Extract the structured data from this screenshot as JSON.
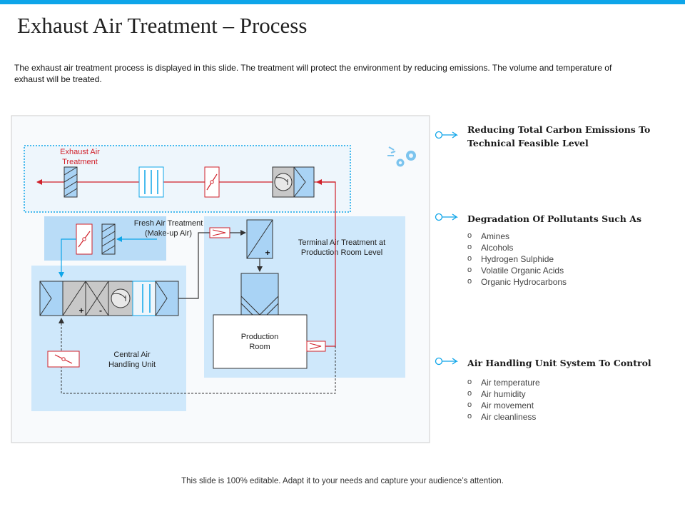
{
  "slide": {
    "title": "Exhaust Air Treatment – Process",
    "description": "The exhaust air treatment process is displayed in this slide. The treatment will protect the environment  by reducing emissions. The volume  and temperature  of exhaust will be treated.",
    "footer": "This slide is 100% editable. Adapt it to your needs and capture your audience’s attention."
  },
  "diagram": {
    "labels": {
      "exhaust_line1": "Exhaust Air",
      "exhaust_line2": "Treatment",
      "fresh_line1": "Fresh Air Treatment",
      "fresh_line2": "(Make-up Air)",
      "terminal_line1": "Terminal Air Treatment at",
      "terminal_line2": "Production Room Level",
      "production_line1": "Production",
      "production_line2": "Room",
      "central_line1": "Central Air",
      "central_line2": "Handling Unit",
      "plus": "+",
      "minus": "-"
    },
    "colors": {
      "accent": "#0ea5e9",
      "duct_red": "#d0202a",
      "panel_light": "#cfe8fb",
      "panel_mid": "#b9dcf7",
      "component_blue": "#a9d3f5",
      "component_grey": "#c8c8c8",
      "frame_border": "#cccccc"
    }
  },
  "points": [
    {
      "heading": "Reducing Total Carbon Emissions To Technical Feasible Level",
      "items": []
    },
    {
      "heading": "Degradation Of Pollutants Such As",
      "items": [
        "Amines",
        "Alcohols",
        "Hydrogen  Sulphide",
        "Volatile Organic Acids",
        "Organic Hydrocarbons"
      ]
    },
    {
      "heading": "Air Handling Unit System To Control",
      "items": [
        "Air temperature",
        "Air humidity",
        "Air movement",
        "Air cleanliness"
      ]
    }
  ]
}
